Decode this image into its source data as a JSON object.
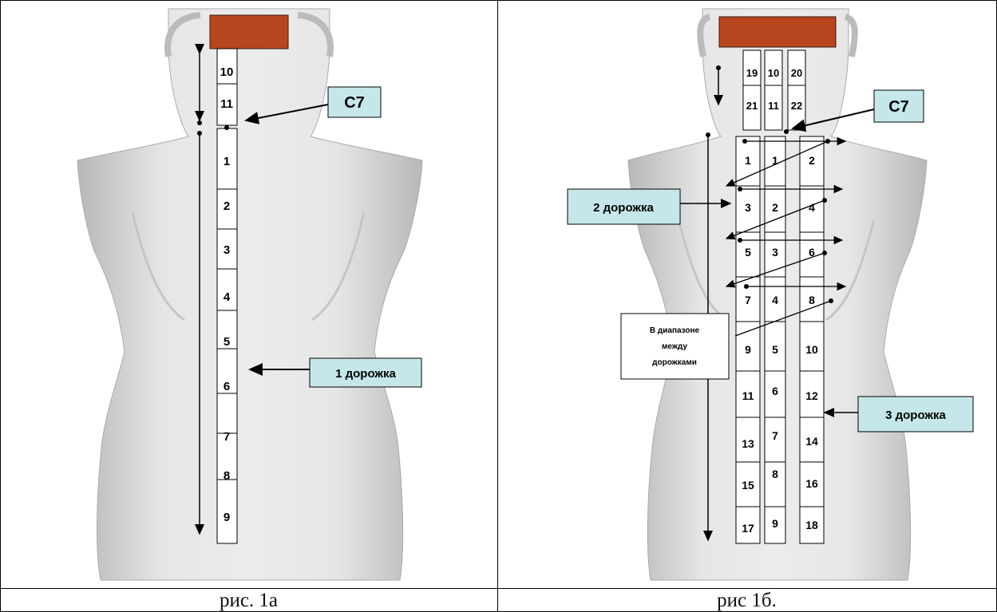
{
  "panel_a": {
    "caption": "рис. 1а",
    "c7_label": "C7",
    "track_label": "1 дорожка",
    "neck_cells": [
      "10",
      "11"
    ],
    "spine_cells": [
      "1",
      "2",
      "3",
      "4",
      "5",
      "6",
      "7",
      "8",
      "9"
    ]
  },
  "panel_b": {
    "caption": "рис 1б.",
    "c7_label": "C7",
    "track2_label": "2 дорожка",
    "track3_label": "3 дорожка",
    "note_lines": [
      "В диапазоне",
      "между",
      "дорожками"
    ],
    "neck_cells": [
      [
        "19",
        "21"
      ],
      [
        "10",
        "11"
      ],
      [
        "20",
        "22"
      ]
    ],
    "col_left": [
      "1",
      "3",
      "5",
      "7",
      "9",
      "11",
      "13",
      "15",
      "17"
    ],
    "col_mid": [
      "1",
      "2",
      "3",
      "4",
      "5",
      "6",
      "7",
      "8",
      "9"
    ],
    "col_right": [
      "2",
      "4",
      "6",
      "8",
      "10",
      "12",
      "14",
      "16",
      "18"
    ]
  },
  "colors": {
    "skin": "#d9d9d9",
    "hair": "#b7461e",
    "label_bg": "#c6e7ea"
  }
}
